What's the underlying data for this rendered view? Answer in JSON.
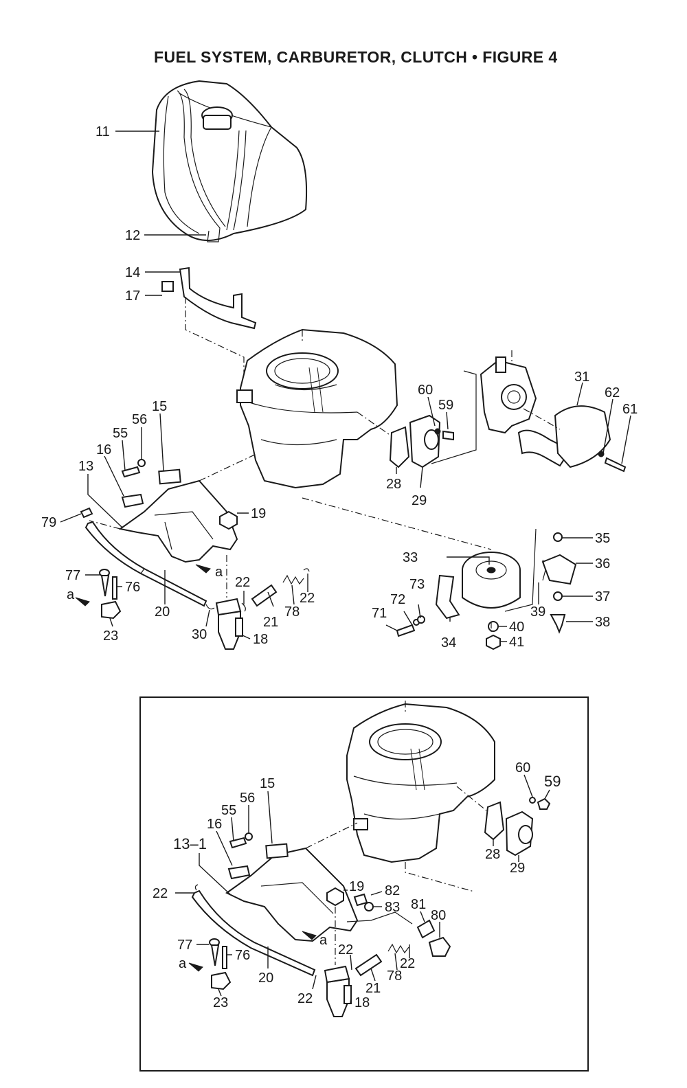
{
  "title": "FUEL SYSTEM, CARBURETOR, CLUTCH  •  FIGURE  4",
  "upper_view": {
    "callouts": [
      "11",
      "12",
      "14",
      "17",
      "15",
      "56",
      "55",
      "16",
      "13",
      "79",
      "19",
      "60",
      "59",
      "31",
      "62",
      "61",
      "28",
      "29",
      "35",
      "36",
      "33",
      "73",
      "72",
      "71",
      "34",
      "39",
      "37",
      "40",
      "41",
      "38",
      "77",
      "76",
      "a",
      "a",
      "22",
      "22",
      "20",
      "23",
      "30",
      "18",
      "21",
      "78"
    ]
  },
  "inset_view": {
    "callouts": [
      "60",
      "59",
      "15",
      "56",
      "55",
      "16",
      "13–1",
      "28",
      "29",
      "22",
      "19",
      "82",
      "83",
      "81",
      "80",
      "77",
      "76",
      "a",
      "a",
      "22",
      "22",
      "20",
      "23",
      "22",
      "21",
      "78",
      "18"
    ]
  }
}
